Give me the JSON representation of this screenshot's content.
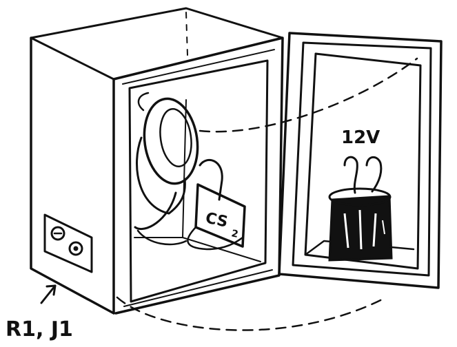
{
  "labels": {
    "voltage": "12V",
    "sensor_part1": "CS",
    "sensor_part2": "2",
    "component_ref": "R1, J1"
  },
  "colors": {
    "ink": "#111111",
    "paper": "#ffffff"
  }
}
